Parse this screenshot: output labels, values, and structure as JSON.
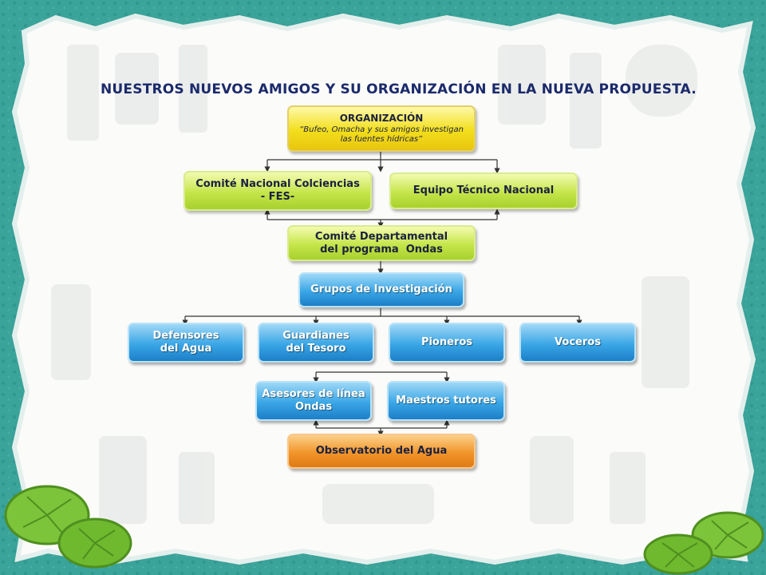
{
  "title": "NUESTROS NUEVOS AMIGOS Y SU ORGANIZACIÓN EN LA NUEVA PROPUESTA.",
  "nodes": {
    "organizacion": {
      "heading": "ORGANIZACIÓN",
      "subtitle": "“Bufeo, Omacha y sus amigos investigan las fuentes hídricas”"
    },
    "comite_nacional": {
      "line1": "Comité Nacional Colciencias",
      "line2": "- FES-"
    },
    "equipo_tecnico": {
      "label": "Equipo Técnico Nacional"
    },
    "comite_departamental": {
      "line1": "Comité Departamental",
      "line2": "del programa  Ondas"
    },
    "grupos": {
      "label": "Grupos de Investigación"
    },
    "defensores": {
      "line1": "Defensores",
      "line2": "del Agua"
    },
    "guardianes": {
      "line1": "Guardianes",
      "line2": "del Tesoro"
    },
    "pioneros": {
      "label": "Pioneros"
    },
    "voceros": {
      "label": "Voceros"
    },
    "asesores": {
      "line1": "Asesores de línea",
      "line2": "Ondas"
    },
    "maestros": {
      "label": "Maestros tutores"
    },
    "observatorio": {
      "label": "Observatorio del Agua"
    }
  },
  "colors": {
    "frame": "#3aa39a",
    "title": "#1b2a6b",
    "yellow": "#f2de1c",
    "green": "#c5e54a",
    "blue": "#3aa6e6",
    "orange": "#f1952a"
  }
}
